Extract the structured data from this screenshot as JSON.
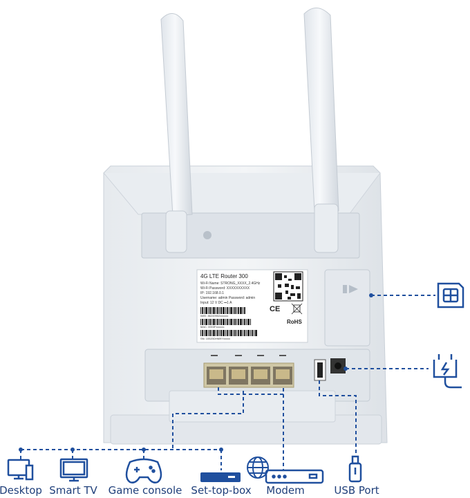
{
  "router": {
    "model": "4G LTE Router 300",
    "wifi_name": "Wi-Fi Name: STRONG_XXXX_2.4GHz",
    "wifi_password": "Wi-Fi Password: XXXXXXXXXX",
    "ip": "IP: 192.168.0.1",
    "credentials": "Username: admin Password: admin",
    "input": "Input: 12 V DC ⎓1 A",
    "imei": "IMEI: 86249902xxxxxx",
    "mac": "MAC: 0003Fxxxxxx",
    "sn": "SN: 10520DHM9Yxxxxx",
    "ce_mark": "CE",
    "rohs": "RoHS"
  },
  "devices": [
    {
      "label": "Desktop",
      "icon": "desktop-icon"
    },
    {
      "label": "Smart TV",
      "icon": "smart-tv-icon"
    },
    {
      "label": "Game console",
      "icon": "gamepad-icon"
    },
    {
      "label": "Set-top-box",
      "icon": "set-top-box-icon"
    },
    {
      "label": "Modem",
      "icon": "modem-icon"
    },
    {
      "label": "USB Port",
      "icon": "usb-stick-icon"
    }
  ],
  "side_icons": [
    {
      "name": "sim-card-icon"
    },
    {
      "name": "power-plug-icon"
    }
  ],
  "colors": {
    "connector_blue": "#1f4f9e",
    "label_blue": "#1f3f7a",
    "router_body": "#eef1f4",
    "port_gold": "#c9b98a"
  }
}
